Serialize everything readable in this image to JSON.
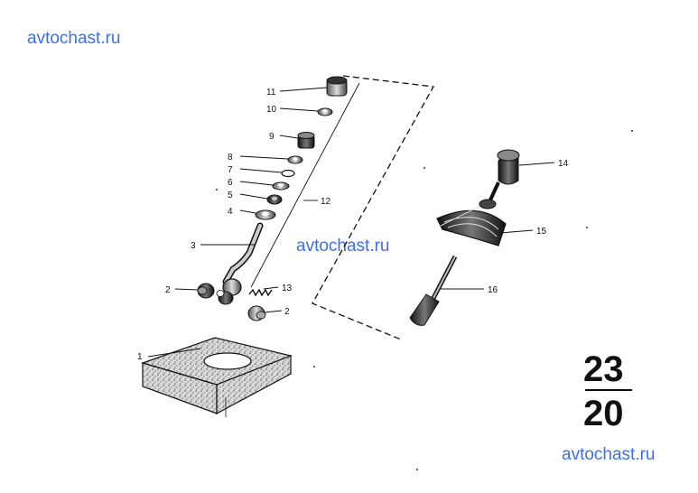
{
  "watermarks": {
    "top_left": "avtochast.ru",
    "center": "avtochast.ru",
    "bottom_right": "avtochast.ru"
  },
  "callouts": [
    "1",
    "2",
    "2",
    "3",
    "4",
    "5",
    "6",
    "7",
    "8",
    "9",
    "10",
    "11",
    "12",
    "13",
    "14",
    "15",
    "16"
  ],
  "group_code": {
    "top": "23",
    "bottom": "20"
  },
  "colors": {
    "watermark": "#3f6fe0",
    "ink": "#111111"
  }
}
